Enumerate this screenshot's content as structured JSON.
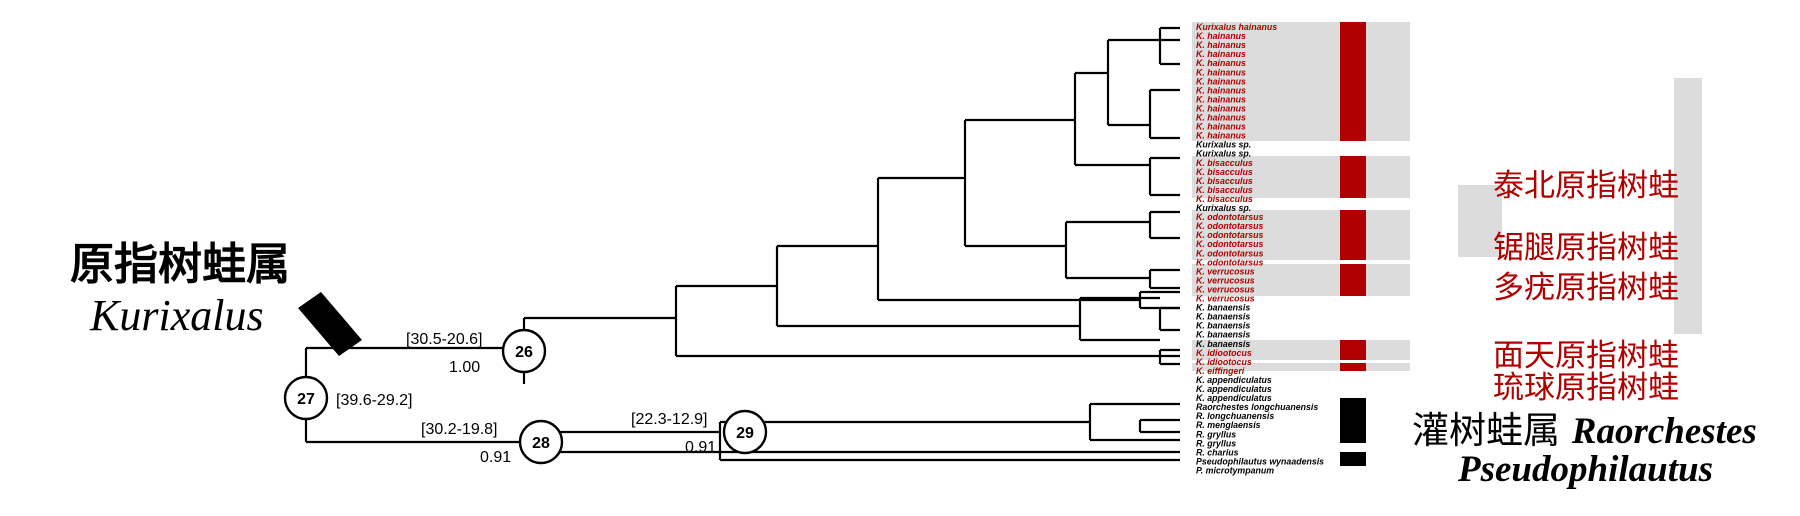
{
  "genus": {
    "chinese": "原指树蛙属",
    "latin": "Kurixalus"
  },
  "chinese_names": [
    "泰北原指树蛙",
    "锯腿原指树蛙",
    "多疣原指树蛙",
    "面天原指树蛙",
    "琉球原指树蛙"
  ],
  "other_genera": {
    "raorchestes_chinese": "灌树蛙属",
    "raorchestes_latin": "Raorchestes",
    "pseudophilautus_latin": "Pseudophilautus"
  },
  "nodes": [
    {
      "id": "26",
      "interval": "[30.5-20.6]",
      "support": "1.00"
    },
    {
      "id": "27",
      "interval": "[39.6-29.2]",
      "support": ""
    },
    {
      "id": "28",
      "interval": "[30.2-19.8]",
      "support": "0.91"
    },
    {
      "id": "29",
      "interval": "[22.3-12.9]",
      "support": "0.91"
    }
  ],
  "taxa": [
    {
      "name": "Kurixalus hainanus",
      "color": "#b00000"
    },
    {
      "name": "K. hainanus",
      "color": "#b00000"
    },
    {
      "name": "K. hainanus",
      "color": "#b00000"
    },
    {
      "name": "K. hainanus",
      "color": "#b00000"
    },
    {
      "name": "K. hainanus",
      "color": "#b00000"
    },
    {
      "name": "K. hainanus",
      "color": "#b00000"
    },
    {
      "name": "K. hainanus",
      "color": "#b00000"
    },
    {
      "name": "K. hainanus",
      "color": "#b00000"
    },
    {
      "name": "K. hainanus",
      "color": "#b00000"
    },
    {
      "name": "K. hainanus",
      "color": "#b00000"
    },
    {
      "name": "K. hainanus",
      "color": "#b00000"
    },
    {
      "name": "K. hainanus",
      "color": "#b00000"
    },
    {
      "name": "K. hainanus",
      "color": "#b00000"
    },
    {
      "name": "Kurixalus sp.",
      "color": "#000000"
    },
    {
      "name": "Kurixalus sp.",
      "color": "#000000"
    },
    {
      "name": "K. bisacculus",
      "color": "#b00000"
    },
    {
      "name": "K. bisacculus",
      "color": "#b00000"
    },
    {
      "name": "K. bisacculus",
      "color": "#b00000"
    },
    {
      "name": "K. bisacculus",
      "color": "#b00000"
    },
    {
      "name": "K. bisacculus",
      "color": "#b00000"
    },
    {
      "name": "Kurixalus sp.",
      "color": "#000000"
    },
    {
      "name": "K. odontotarsus",
      "color": "#b00000"
    },
    {
      "name": "K. odontotarsus",
      "color": "#b00000"
    },
    {
      "name": "K. odontotarsus",
      "color": "#b00000"
    },
    {
      "name": "K. odontotarsus",
      "color": "#b00000"
    },
    {
      "name": "K. odontotarsus",
      "color": "#b00000"
    },
    {
      "name": "K. odontotarsus",
      "color": "#b00000"
    },
    {
      "name": "K. verrucosus",
      "color": "#b00000"
    },
    {
      "name": "K. verrucosus",
      "color": "#b00000"
    },
    {
      "name": "K. verrucosus",
      "color": "#b00000"
    },
    {
      "name": "K. verrucosus",
      "color": "#b00000"
    },
    {
      "name": "K. banaensis",
      "color": "#000000"
    },
    {
      "name": "K. banaensis",
      "color": "#000000"
    },
    {
      "name": "K. banaensis",
      "color": "#000000"
    },
    {
      "name": "K. banaensis",
      "color": "#000000"
    },
    {
      "name": "K. banaensis",
      "color": "#000000"
    },
    {
      "name": "K. idiootocus",
      "color": "#b00000"
    },
    {
      "name": "K. idiootocus",
      "color": "#b00000"
    },
    {
      "name": "K. eiffingeri",
      "color": "#b00000"
    },
    {
      "name": "K. appendiculatus",
      "color": "#000000"
    },
    {
      "name": "K. appendiculatus",
      "color": "#000000"
    },
    {
      "name": "K. appendiculatus",
      "color": "#000000"
    },
    {
      "name": "Raorchestes longchuanensis",
      "color": "#000000"
    },
    {
      "name": "R. longchuanensis",
      "color": "#000000"
    },
    {
      "name": "R. menglaensis",
      "color": "#000000"
    },
    {
      "name": "R. gryllus",
      "color": "#000000"
    },
    {
      "name": "R. gryllus",
      "color": "#000000"
    },
    {
      "name": "R. charius",
      "color": "#000000"
    },
    {
      "name": "Pseudophilautus wynaadensis",
      "color": "#000000"
    },
    {
      "name": "P. microtympanum",
      "color": "#000000"
    }
  ],
  "colors": {
    "accent": "#b00000",
    "highlight": "#dcdcdc",
    "branch": "#000000"
  }
}
